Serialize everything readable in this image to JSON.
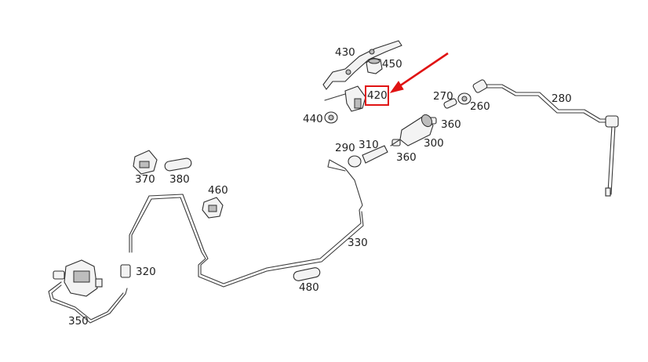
{
  "labels": {
    "p430": "430",
    "p450": "450",
    "p420": "420",
    "p440": "440",
    "p270": "270",
    "p260": "260",
    "p280": "280",
    "p360": "360",
    "p300": "300",
    "p310": "310",
    "p290": "290",
    "p370": "370",
    "p380": "380",
    "p460": "460",
    "p330": "330",
    "p320": "320",
    "p480": "480",
    "p350": "350"
  },
  "highlight": {
    "part": "420",
    "color": "#e01313"
  }
}
